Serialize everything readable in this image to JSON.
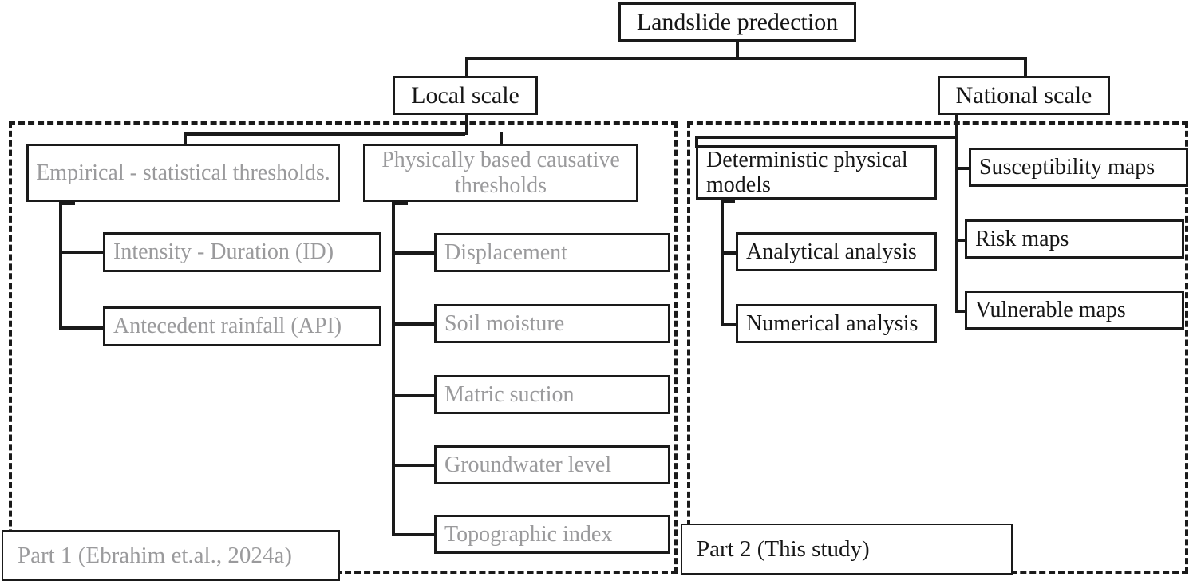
{
  "figure": {
    "type": "flowchart",
    "title": "Landslide predection",
    "root": {
      "label": "Landslide predection"
    },
    "level2": [
      {
        "label": "Local scale"
      },
      {
        "label": "National scale"
      }
    ],
    "columns": [
      {
        "id": "empirical",
        "parent": "Local scale",
        "group": "Part 1",
        "header": "Empirical - statistical thresholds.",
        "children": [
          "Intensity - Duration (ID)",
          "Antecedent rainfall (API)"
        ]
      },
      {
        "id": "physically-based",
        "parent": "Local scale",
        "group": "Part 1",
        "header": "Physically based causative thresholds",
        "children": [
          "Displacement",
          "Soil moisture",
          "Matric suction",
          "Groundwater level",
          "Topographic index"
        ]
      },
      {
        "id": "deterministic",
        "parent": "National scale",
        "group": "Part 2",
        "header": "Deterministic physical models",
        "children": [
          "Analytical analysis",
          "Numerical analysis"
        ]
      },
      {
        "id": "maps",
        "parent": "National scale",
        "group": "Part 2",
        "header": null,
        "children": [
          "Susceptibility maps",
          "Risk maps",
          "Vulnerable maps"
        ]
      }
    ],
    "groups": [
      {
        "id": "part1",
        "label": "Part 1 (Ebrahim et.al., 2024a)",
        "style": "dashed",
        "text_color": "#9a9a9c"
      },
      {
        "id": "part2",
        "label": "Part 2 (This study)",
        "style": "dashed",
        "text_color": "#161616"
      }
    ],
    "colors": {
      "line": "#1a1a1a",
      "box_border": "#1a1a1a",
      "background": "#ffffff",
      "grayed_text": "#9a9a9c",
      "active_text": "#161616"
    }
  }
}
